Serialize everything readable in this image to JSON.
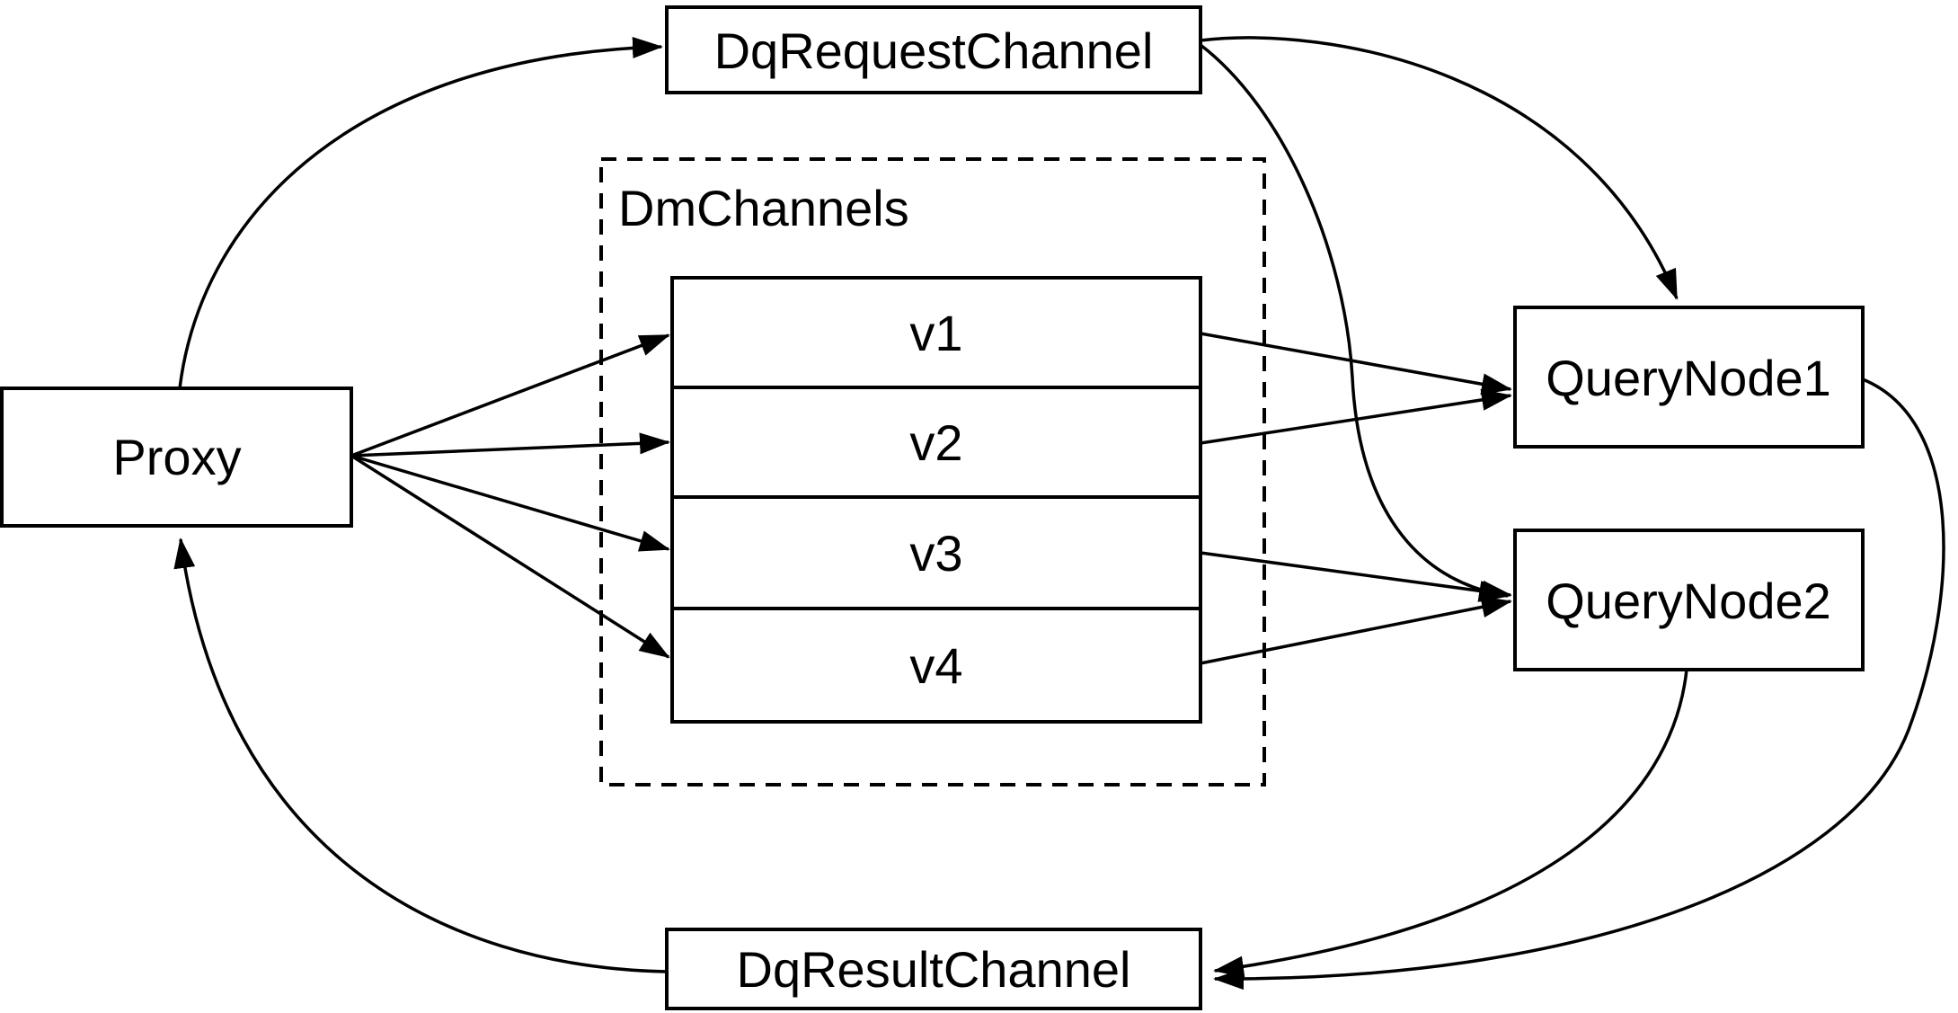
{
  "diagram": {
    "background_color": "#ffffff",
    "stroke_color": "#000000",
    "nodes": {
      "proxy": "Proxy",
      "dq_request_channel": "DqRequestChannel",
      "dm_channels_group": "DmChannels",
      "channels": [
        "v1",
        "v2",
        "v3",
        "v4"
      ],
      "query_node_1": "QueryNode1",
      "query_node_2": "QueryNode2",
      "dq_result_channel": "DqResultChannel"
    },
    "edges": [
      {
        "from": "Proxy",
        "to": "DqRequestChannel"
      },
      {
        "from": "Proxy",
        "to": "v1"
      },
      {
        "from": "Proxy",
        "to": "v2"
      },
      {
        "from": "Proxy",
        "to": "v3"
      },
      {
        "from": "Proxy",
        "to": "v4"
      },
      {
        "from": "v1",
        "to": "QueryNode1"
      },
      {
        "from": "v2",
        "to": "QueryNode1"
      },
      {
        "from": "v3",
        "to": "QueryNode2"
      },
      {
        "from": "v4",
        "to": "QueryNode2"
      },
      {
        "from": "DqRequestChannel",
        "to": "QueryNode1"
      },
      {
        "from": "DqRequestChannel",
        "to": "QueryNode2"
      },
      {
        "from": "QueryNode1",
        "to": "DqResultChannel"
      },
      {
        "from": "QueryNode2",
        "to": "DqResultChannel"
      },
      {
        "from": "DqResultChannel",
        "to": "Proxy"
      }
    ]
  }
}
